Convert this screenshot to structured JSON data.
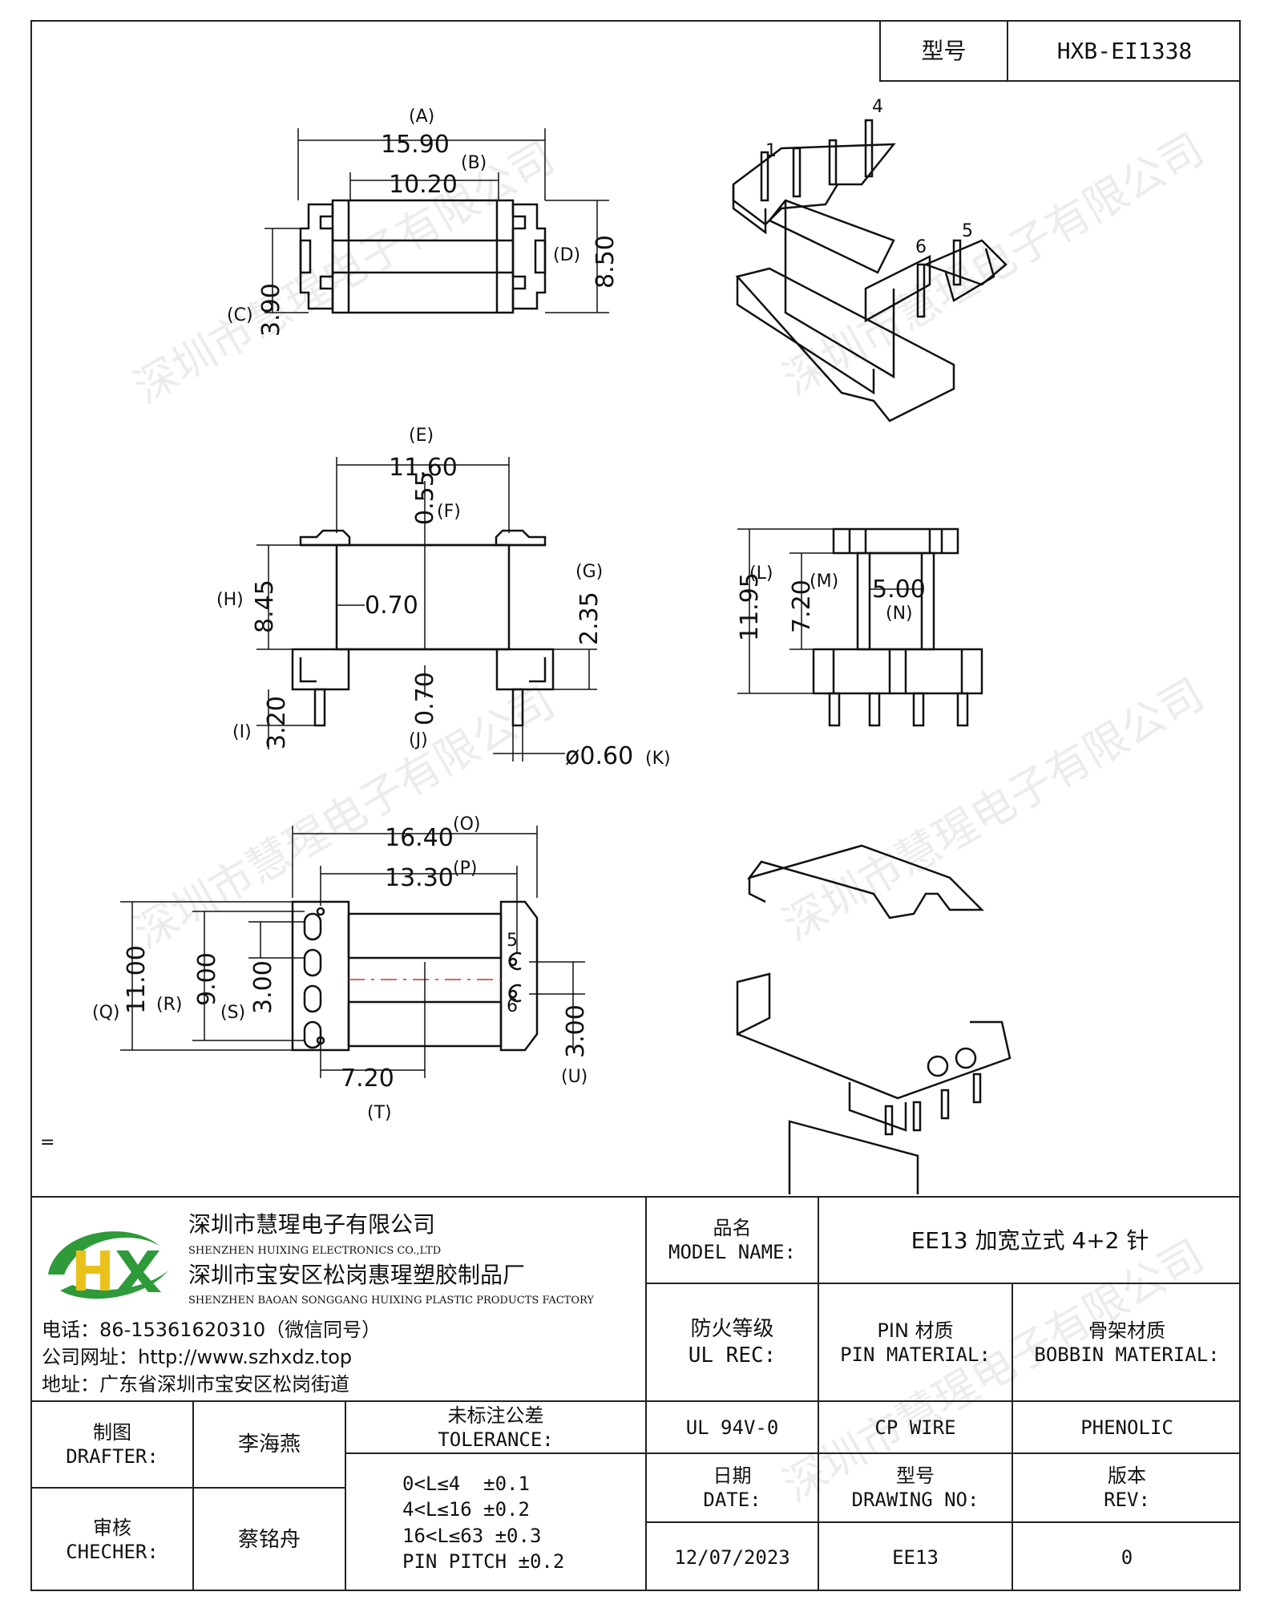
{
  "header": {
    "model_label": "型号",
    "model_value": "HXB-EI1338"
  },
  "dimensions": {
    "A": "(A)",
    "A_val": "15.90",
    "B": "(B)",
    "B_val": "10.20",
    "C": "(C)",
    "C_val": "3.90",
    "D": "(D)",
    "D_val": "8.50",
    "E": "(E)",
    "E_val": "11.60",
    "F": "(F)",
    "F_val": "0.55",
    "G": "(G)",
    "G_val": "2.35",
    "H": "(H)",
    "H_val": "8.45",
    "I": "(I)",
    "I_val": "3.20",
    "J": "(J)",
    "J_val": "0.70",
    "inner_val": "0.70",
    "K": "(K)",
    "K_val": "ø0.60",
    "L": "(L)",
    "L_val": "11.95",
    "M": "(M)",
    "M_val": "7.20",
    "N": "(N)",
    "N_val": "5.00",
    "O": "(O)",
    "O_val": "16.40",
    "P": "(P)",
    "P_val": "13.30",
    "Q": "(Q)",
    "Q_val": "11.00",
    "R": "(R)",
    "R_val": "9.00",
    "S": "(S)",
    "S_val": "3.00",
    "T": "(T)",
    "T_val": "7.20",
    "U": "(U)",
    "U_val": "3.00"
  },
  "pin_labels": {
    "p1": "1",
    "p4": "4",
    "p5": "5",
    "p6": "6"
  },
  "side_mark": "=",
  "watermark": "深圳市慧瑆电子有限公司",
  "company": {
    "logo_text": "HX",
    "name_cn": "深圳市慧瑆电子有限公司",
    "name_en": "SHENZHEN HUIXING ELECTRONICS CO.,LTD",
    "factory_cn": "深圳市宝安区松岗惠瑆塑胶制品厂",
    "factory_en": "SHENZHEN BAOAN SONGGANG HUIXING PLASTIC PRODUCTS FACTORY",
    "phone": "电话：86-15361620310（微信同号）",
    "website": "公司网址：http://www.szhxdz.top",
    "address": "地址：广东省深圳市宝安区松岗街道"
  },
  "title_block": {
    "model_name_cn": "品名",
    "model_name_en": "MODEL NAME:",
    "model_name_value": "EE13 加宽立式 4+2 针",
    "ul_cn": "防火等级",
    "ul_en": "UL REC:",
    "pin_cn": "PIN 材质",
    "pin_en": "PIN MATERIAL:",
    "bobbin_cn": "骨架材质",
    "bobbin_en": "BOBBIN MATERIAL:",
    "ul_value": "UL 94V-0",
    "pin_value": "CP WIRE",
    "bobbin_value": "PHENOLIC",
    "drafter_cn": "制图",
    "drafter_en": "DRAFTER:",
    "drafter_name": "李海燕",
    "checker_cn": "审核",
    "checker_en": "CHECHER:",
    "checker_name": "蔡铭舟",
    "tolerance_cn": "未标注公差",
    "tolerance_en": "TOLERANCE:",
    "tolerance_lines": [
      "0<L≤4  ±0.1",
      "4<L≤16 ±0.2",
      "16<L≤63 ±0.3",
      "PIN PITCH ±0.2"
    ],
    "date_cn": "日期",
    "date_en": "DATE:",
    "date_value": "12/07/2023",
    "drawing_cn": "型号",
    "drawing_en": "DRAWING NO:",
    "drawing_value": "EE13",
    "rev_cn": "版本",
    "rev_en": "REV:",
    "rev_value": "0"
  }
}
